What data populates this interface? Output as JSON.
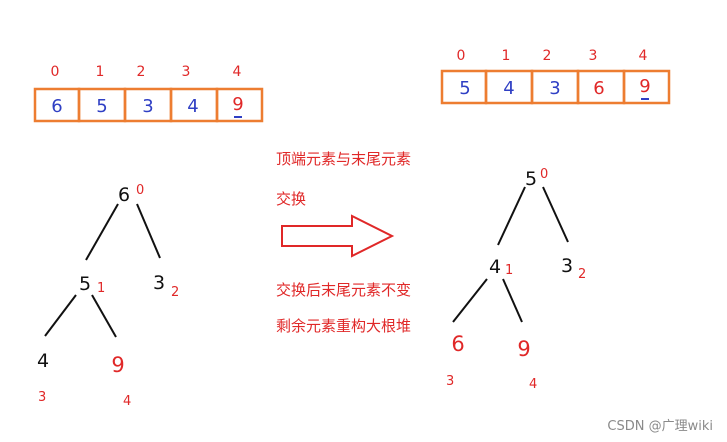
{
  "colors": {
    "box_border": "#ed7d31",
    "index_red": "#e02828",
    "value_blue": "#2f3fc4",
    "ink": "#111111",
    "arrow_red": "#e02828"
  },
  "before": {
    "array": [
      {
        "index": "0",
        "value": "6"
      },
      {
        "index": "1",
        "value": "5"
      },
      {
        "index": "2",
        "value": "3"
      },
      {
        "index": "3",
        "value": "4"
      },
      {
        "index": "4",
        "value": "9"
      }
    ],
    "tree": [
      {
        "value": "6",
        "index": "0"
      },
      {
        "value": "5",
        "index": "1"
      },
      {
        "value": "3",
        "index": "2"
      },
      {
        "value": "4",
        "index": "3"
      },
      {
        "value": "9",
        "index": "4"
      }
    ]
  },
  "after": {
    "array": [
      {
        "index": "0",
        "value": "5"
      },
      {
        "index": "1",
        "value": "4"
      },
      {
        "index": "2",
        "value": "3"
      },
      {
        "index": "3",
        "value": "6"
      },
      {
        "index": "4",
        "value": "9"
      }
    ],
    "tree": [
      {
        "value": "5",
        "index": "0"
      },
      {
        "value": "4",
        "index": "1"
      },
      {
        "value": "3",
        "index": "2"
      },
      {
        "value": "6",
        "index": "3"
      },
      {
        "value": "9",
        "index": "4"
      }
    ]
  },
  "captions": {
    "top_line1": "顶端元素与末尾元素",
    "top_line2": "交换",
    "bottom_line1": "交换后末尾元素不变",
    "bottom_line2": "剩余元素重构大根堆"
  },
  "watermark": "CSDN @广理wiki",
  "icons": {
    "arrow": "right-arrow-icon"
  }
}
